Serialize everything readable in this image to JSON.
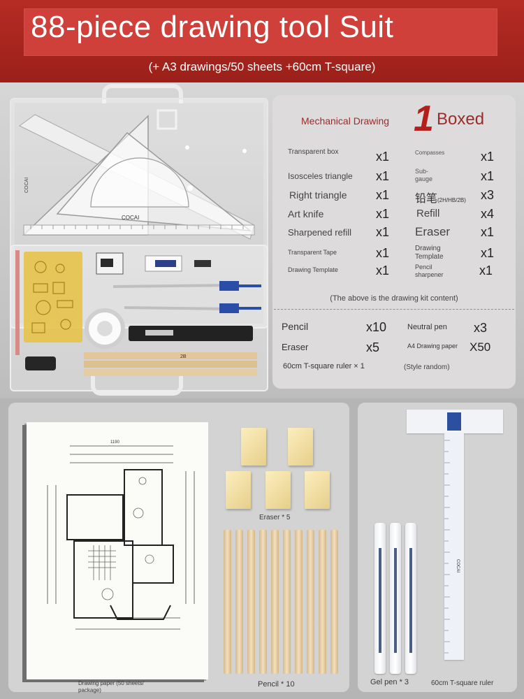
{
  "header": {
    "title": "88-piece drawing tool Suit",
    "subtitle": "(+ A3 drawings/50 sheets +60cm T-square)"
  },
  "kit_image": {
    "brand": "COCAI",
    "brand_small": "COCAI",
    "pencil_marking": "2B"
  },
  "card": {
    "heading_left": "Mechanical Drawing",
    "heading_number": "1",
    "heading_right": "Boxed",
    "items_left": [
      {
        "name": "Transparent box",
        "qty": "x1"
      },
      {
        "name": "Isosceles triangle",
        "qty": "x1"
      },
      {
        "name": "Right triangle",
        "qty": "x1"
      },
      {
        "name": "Art knife",
        "qty": "x1"
      },
      {
        "name": "Sharpened refill",
        "qty": "x1"
      },
      {
        "name": "Transparent Tape",
        "qty": "x1"
      },
      {
        "name": "Drawing Template",
        "qty": "x1"
      }
    ],
    "items_right": [
      {
        "name": "Compasses",
        "qty": "x1"
      },
      {
        "name": "Sub-gauge",
        "qty": "x1"
      },
      {
        "name": "铅笔",
        "name_note": "(2H/HB/2B)",
        "qty": "x3"
      },
      {
        "name": "Refill",
        "qty": "x4"
      },
      {
        "name": "Eraser",
        "qty": "x1"
      },
      {
        "name": "Drawing Template",
        "qty": "x1"
      },
      {
        "name": "Pencil sharpener",
        "qty": "x1"
      }
    ],
    "note": "(The above is the drawing kit content)",
    "extras": [
      {
        "name": "Pencil",
        "qty": "x10"
      },
      {
        "name": "Eraser",
        "qty": "x5"
      },
      {
        "name": "Neutral pen",
        "qty": "x3"
      },
      {
        "name": "A4 Drawing paper",
        "qty": "X50"
      }
    ],
    "tsquare_line": "60cm T-square ruler × 1",
    "style_note": "(Style random)"
  },
  "bottom": {
    "drawing_caption": "Drawing paper (50 sheets/ package)",
    "drawing_dim": "1190",
    "eraser_caption": "Eraser * 5",
    "pencil_caption": "Pencil * 10",
    "gelpen_caption": "Gel pen * 3",
    "tsquare_caption": "60cm T-square ruler",
    "tsquare_brand": "COCAI"
  }
}
